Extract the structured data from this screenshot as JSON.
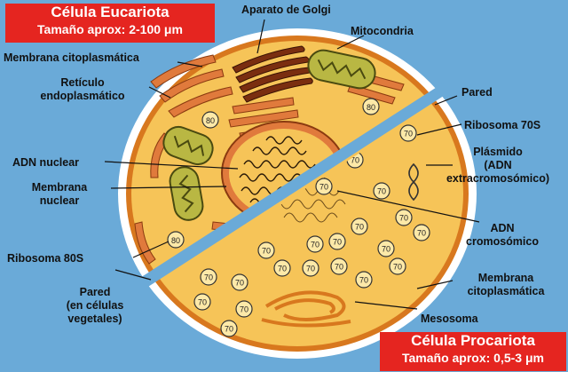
{
  "eukaryote": {
    "title": "Célula Eucariota",
    "size": "Tamaño aprox: 2-100 μm",
    "labels": {
      "golgi": "Aparato de Golgi",
      "mitochondria": "Mitocondria",
      "membrane": "Membrana citoplasmática",
      "er_line1": "Retículo",
      "er_line2": "endoplasmático",
      "dna": "ADN nuclear",
      "nuc_membrane_line1": "Membrana",
      "nuc_membrane_line2": "nuclear",
      "ribosome": "Ribosoma 80S",
      "wall_line1": "Pared",
      "wall_line2": "(en células",
      "wall_line3": "vegetales)"
    },
    "ribosome_text": "80"
  },
  "prokaryote": {
    "title": "Célula Procariota",
    "size": "Tamaño aprox: 0,5-3 μm",
    "labels": {
      "wall": "Pared",
      "ribosome": "Ribosoma 70S",
      "plasmid_line1": "Plásmido",
      "plasmid_line2": "(ADN",
      "plasmid_line3": "extracromosómico)",
      "dna_line1": "ADN",
      "dna_line2": "cromosómico",
      "membrane_line1": "Membrana",
      "membrane_line2": "citoplasmática",
      "mesosome": "Mesosoma"
    },
    "ribosome_text": "70"
  },
  "colors": {
    "background": "#6aaad8",
    "cytoplasm": "#f6c458",
    "membrane": "#d8781e",
    "organelle": "#e07a3c",
    "mitochondria": "#b9b743",
    "title_box": "#e52520"
  }
}
